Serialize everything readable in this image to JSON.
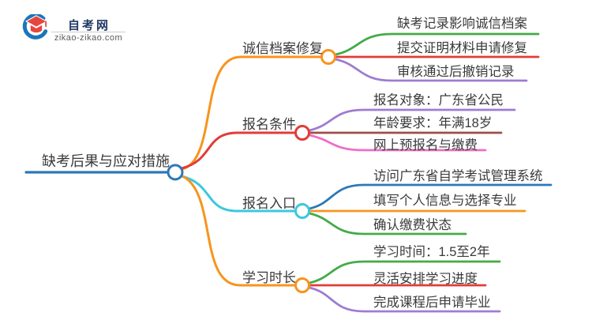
{
  "logo": {
    "title": "自考网",
    "domain": "zikao-zikao.com",
    "colors": {
      "navy": "#1f3864",
      "red": "#e5473f",
      "blue": "#1b75bb",
      "gray": "#5a5a5a"
    }
  },
  "root": {
    "label": "缺考后果与应对措施",
    "color": "#2e77b8"
  },
  "branches": [
    {
      "label": "诚信档案修复",
      "color": "#f7941e",
      "children": [
        {
          "label": "缺考记录影响诚信档案",
          "color": "#43ab47"
        },
        {
          "label": "提交证明材料申请修复",
          "color": "#e23c38"
        },
        {
          "label": "审核通过后撤销记录",
          "color": "#9f7cd1"
        }
      ]
    },
    {
      "label": "报名条件",
      "color": "#e23c38",
      "children": [
        {
          "label": "报名对象：广东省公民",
          "color": "#9f7cd1"
        },
        {
          "label": "年龄要求：年满18岁",
          "color": "#9e4f48"
        },
        {
          "label": "网上预报名与缴费",
          "color": "#ee6ec7"
        }
      ]
    },
    {
      "label": "报名入口",
      "color": "#3cc8de",
      "children": [
        {
          "label": "访问广东省自学考试管理系统",
          "color": "#2e77b8"
        },
        {
          "label": "填写个人信息与选择专业",
          "color": "#f7941e"
        },
        {
          "label": "确认缴费状态",
          "color": "#43ab47"
        }
      ]
    },
    {
      "label": "学习时长",
      "color": "#f7941e",
      "children": [
        {
          "label": "学习时间：1.5至2年",
          "color": "#43ab47"
        },
        {
          "label": "灵活安排学习进度",
          "color": "#e23c38"
        },
        {
          "label": "完成课程后申请毕业",
          "color": "#9f7cd1"
        }
      ]
    }
  ],
  "ui_colors": {
    "text": "#3a3a3a",
    "background": "#ffffff"
  }
}
